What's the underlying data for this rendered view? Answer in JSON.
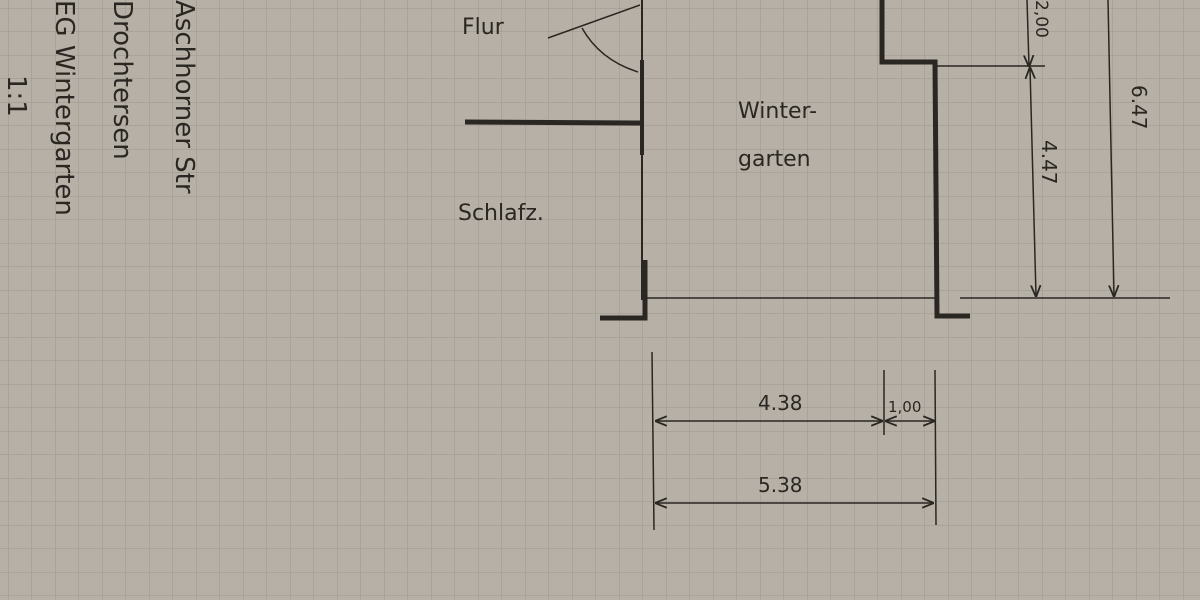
{
  "header_notes": {
    "street": "Aschhorner Str",
    "town": "Drochtersen",
    "floor": "EG  Wintergarten",
    "scale": "1:1"
  },
  "rooms": {
    "hall": "Flur",
    "bedroom": "Schlafz.",
    "conservatory_line1": "Winter-",
    "conservatory_line2": "garten"
  },
  "dimensions": {
    "vertical_upper": "2,00",
    "vertical_lower": "4.47",
    "vertical_total": "6.47",
    "horizontal_main": "4.38",
    "horizontal_extra": "1,00",
    "horizontal_total": "5.38"
  },
  "colors": {
    "paper": "#b7b0a6",
    "grid": "#9d968d",
    "ink": "#2a2622"
  }
}
